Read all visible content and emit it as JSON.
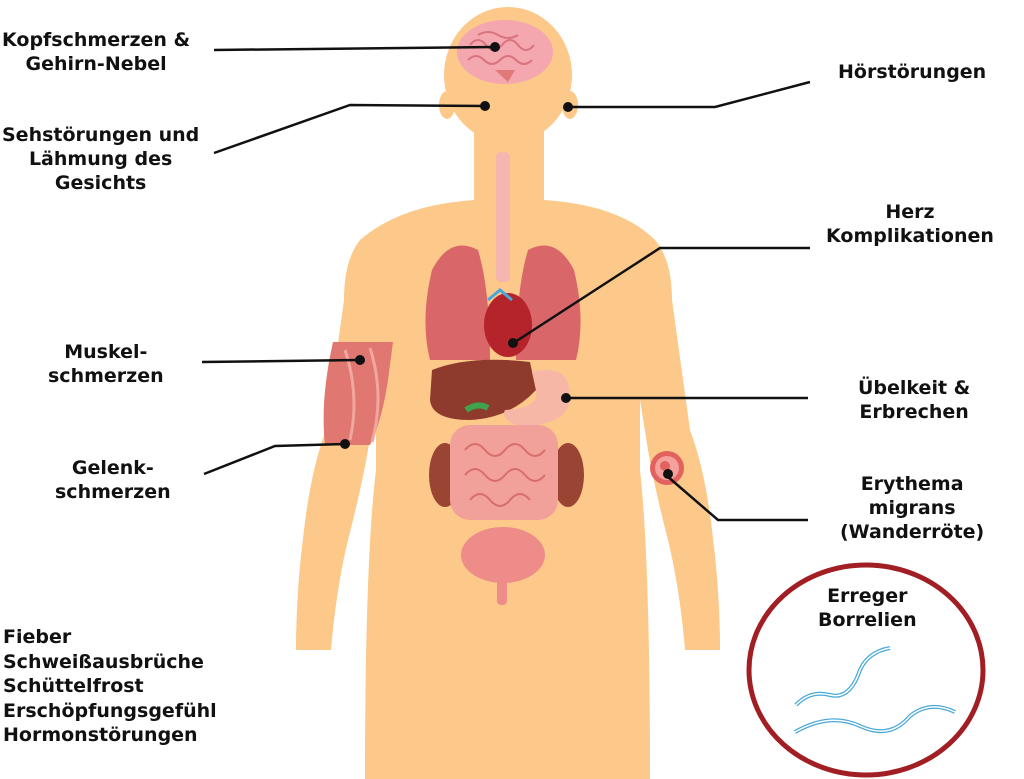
{
  "colors": {
    "skin": "#FCC98A",
    "brain": "#F4A7AE",
    "lung": "#D9676A",
    "heart": "#B5232B",
    "liver": "#8E3A2C",
    "intestine": "#F2A19A",
    "bladder": "#EE8C8A",
    "muscle": "#E07770",
    "rash_outer": "#E2625E",
    "rash_inner": "#F4A19D",
    "pathogen_circle": "#A11F24",
    "bacteria": "#4AA8D8",
    "line": "#111111"
  },
  "labels": {
    "headache": [
      "Kopfschmerzen &",
      "Gehirn-Nebel"
    ],
    "vision": [
      "Sehstörungen und",
      "Lähmung des",
      "Gesichts"
    ],
    "hearing": [
      "Hörstörungen"
    ],
    "heart": [
      "Herz",
      "Komplikationen"
    ],
    "muscle": [
      "Muskel-",
      "schmerzen"
    ],
    "joint": [
      "Gelenk-",
      "schmerzen"
    ],
    "nausea": [
      "Übelkeit &",
      "Erbrechen"
    ],
    "erythema": [
      "Erythema",
      "migrans",
      "(Wanderröte)"
    ],
    "pathogen": [
      "Erreger",
      "Borrelien"
    ]
  },
  "general_symptoms": [
    "Fieber",
    "Schweißausbrüche",
    "Schüttelfrost",
    "Erschöpfungsgefühl",
    "Hormonstörungen"
  ]
}
